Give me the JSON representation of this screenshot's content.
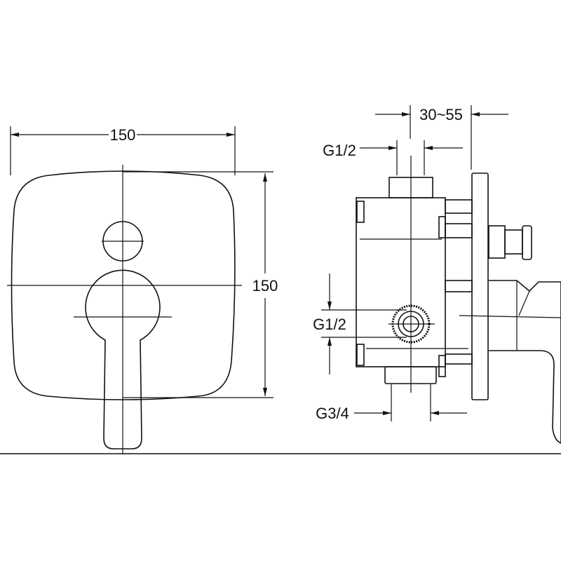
{
  "front_view": {
    "width_label": "150",
    "height_label": "150"
  },
  "side_view": {
    "depth_label": "30~55",
    "top_outlet_label": "G1/2",
    "side_inlet_label": "G1/2",
    "bottom_outlet_label": "G3/4"
  }
}
